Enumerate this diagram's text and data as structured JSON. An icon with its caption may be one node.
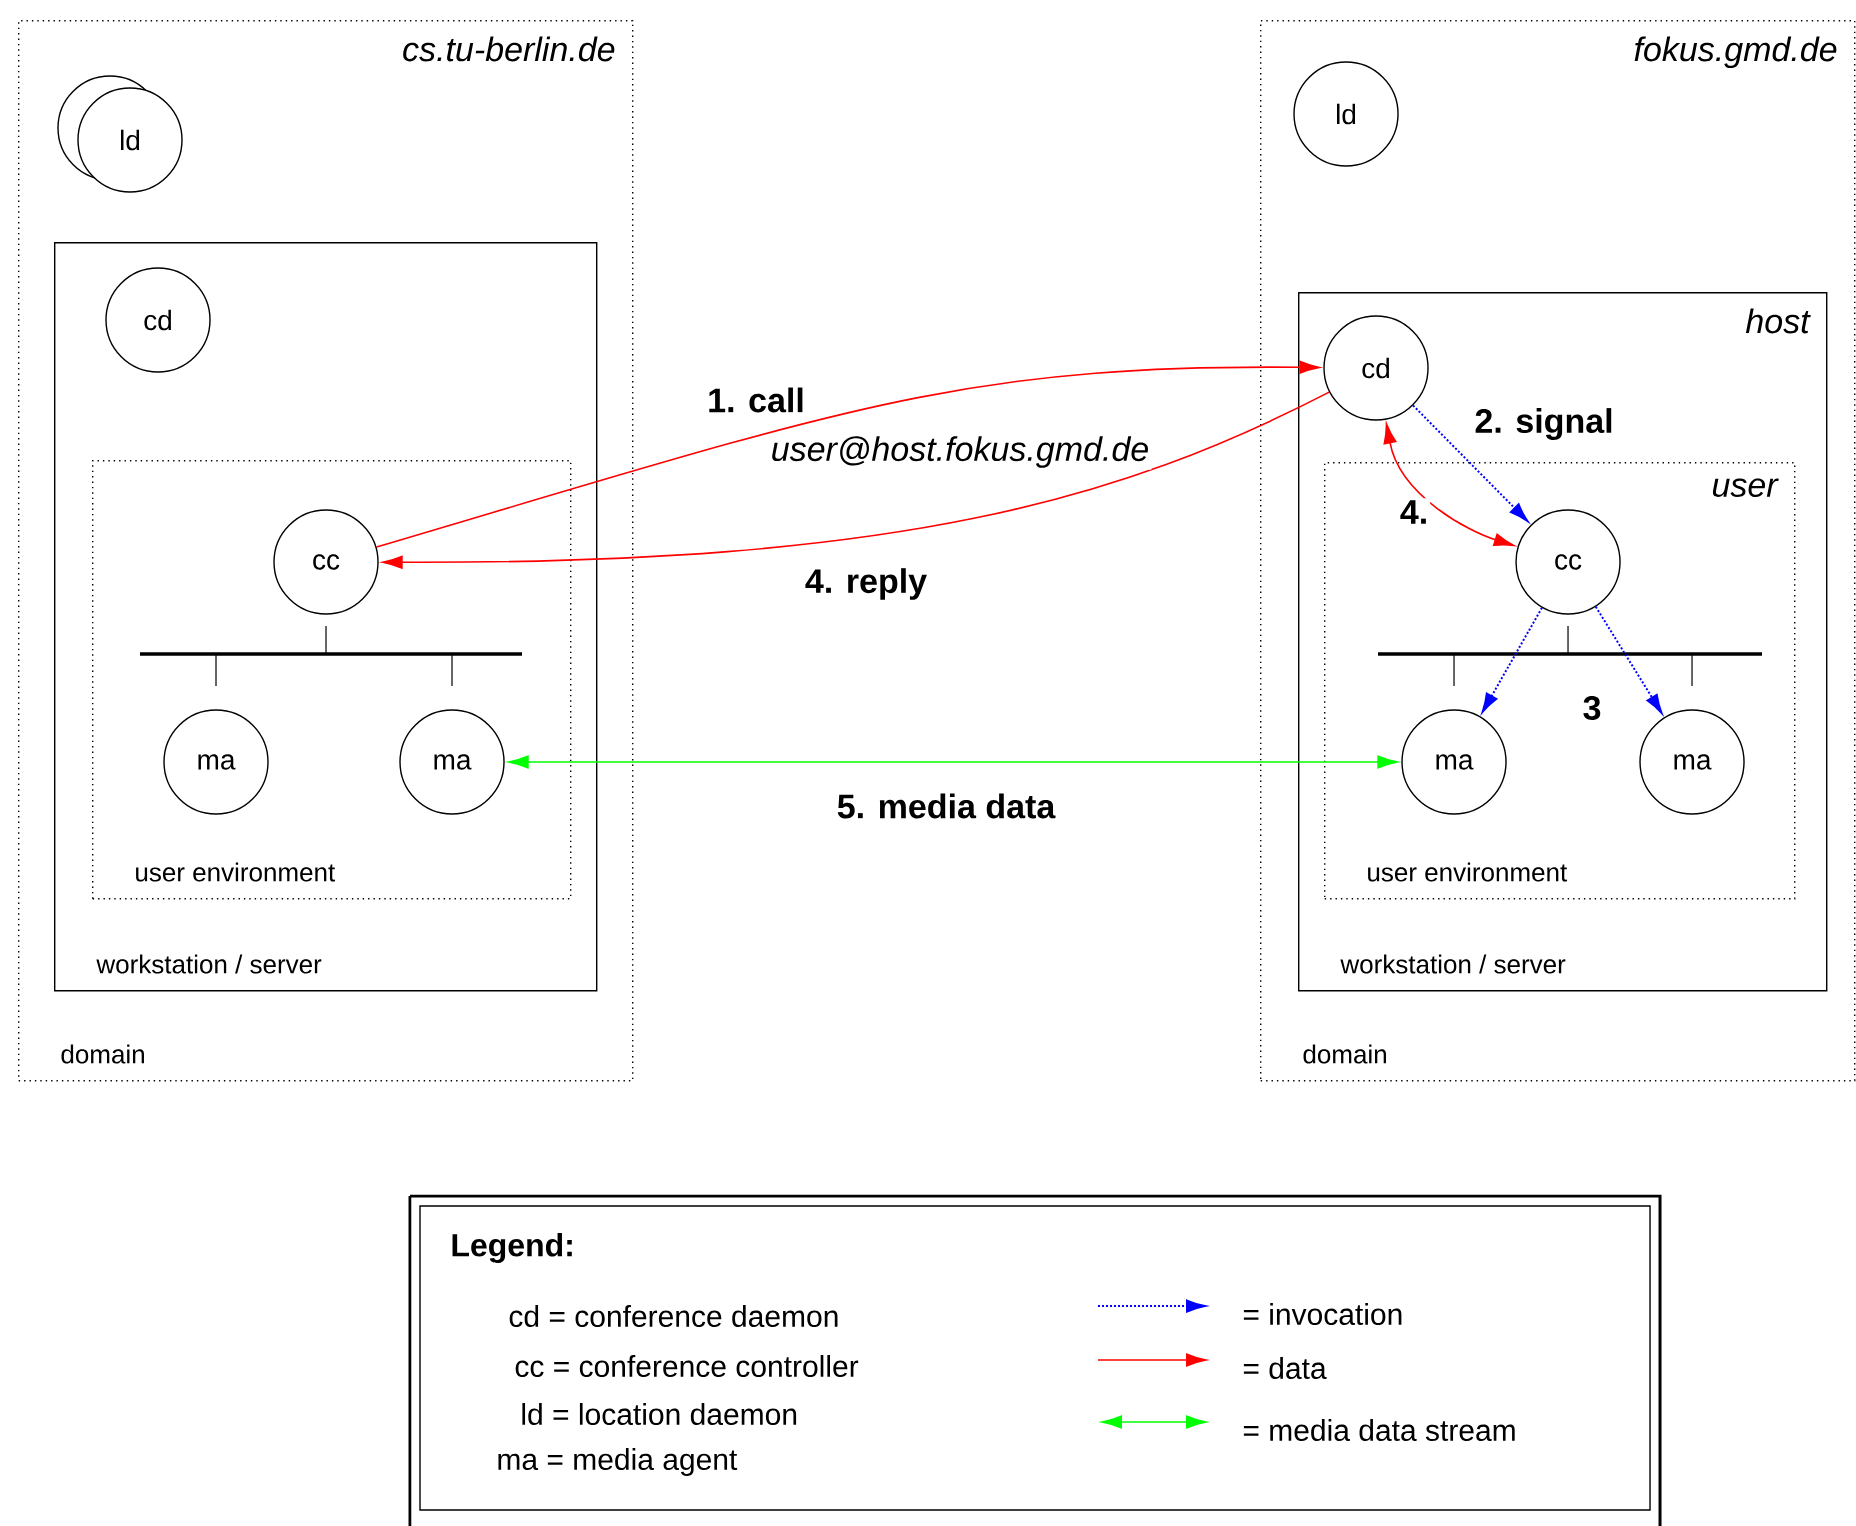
{
  "diagram": {
    "nodes": [
      {
        "text": [
          "cs.tu-berlin.de",
          "domain"
        ]
      },
      {
        "text": [
          "ld"
        ],
        "in": 0
      },
      {
        "text": [
          "workstation / server"
        ],
        "in": 0
      },
      {
        "text": [
          "cd"
        ],
        "in": 2
      },
      {
        "text": [
          "user environment"
        ],
        "in": 2
      },
      {
        "text": [
          "cc"
        ],
        "in": 4
      },
      {
        "text": [
          "ma"
        ],
        "in": 4
      },
      {
        "text": [
          "ma"
        ],
        "in": 4
      },
      {
        "text": [
          "fokus.gmd.de",
          "domain"
        ]
      },
      {
        "text": [
          "ld"
        ],
        "in": 8
      },
      {
        "text": [
          "host",
          "workstation / server"
        ],
        "in": 8
      },
      {
        "text": [
          "cd"
        ],
        "in": 10
      },
      {
        "text": [
          "user",
          "user environment"
        ],
        "in": 10
      },
      {
        "text": [
          "cc"
        ],
        "in": 12
      },
      {
        "text": [
          "ma"
        ],
        "in": 12
      },
      {
        "text": [
          "ma"
        ],
        "in": 12
      }
    ],
    "edges": [
      {
        "from": 5,
        "to": 11,
        "arrow": "to",
        "label": "1. call",
        "color": "#ff0000"
      },
      {
        "from": 11,
        "to": 5,
        "arrow": "to",
        "label": "4. reply",
        "color": "#ff0000"
      },
      {
        "from": 11,
        "to": 13,
        "arrow": "to",
        "label": "2. signal",
        "style": "dashed",
        "color": "#0000ff"
      },
      {
        "from": 13,
        "to": 11,
        "arrow": "both",
        "label": "4.",
        "color": "#ff0000"
      },
      {
        "from": 13,
        "to": 14,
        "arrow": "to",
        "style": "dashed",
        "color": "#0000ff"
      },
      {
        "from": 13,
        "to": 15,
        "arrow": "to",
        "style": "dashed",
        "color": "#0000ff"
      },
      {
        "from": 7,
        "to": 14,
        "arrow": "both",
        "label": "5. media data",
        "color": "#00ff00"
      }
    ],
    "labels": [
      "user@host.fokus.gmd.de",
      "3",
      "Legend:",
      "cd = conference daemon",
      "cc = conference controller",
      "ld = location daemon",
      "ma = media agent"
    ],
    "legend": [
      {
        "text": "= invocation"
      },
      {
        "text": "= data"
      },
      {
        "text": "= media data stream"
      }
    ]
  }
}
